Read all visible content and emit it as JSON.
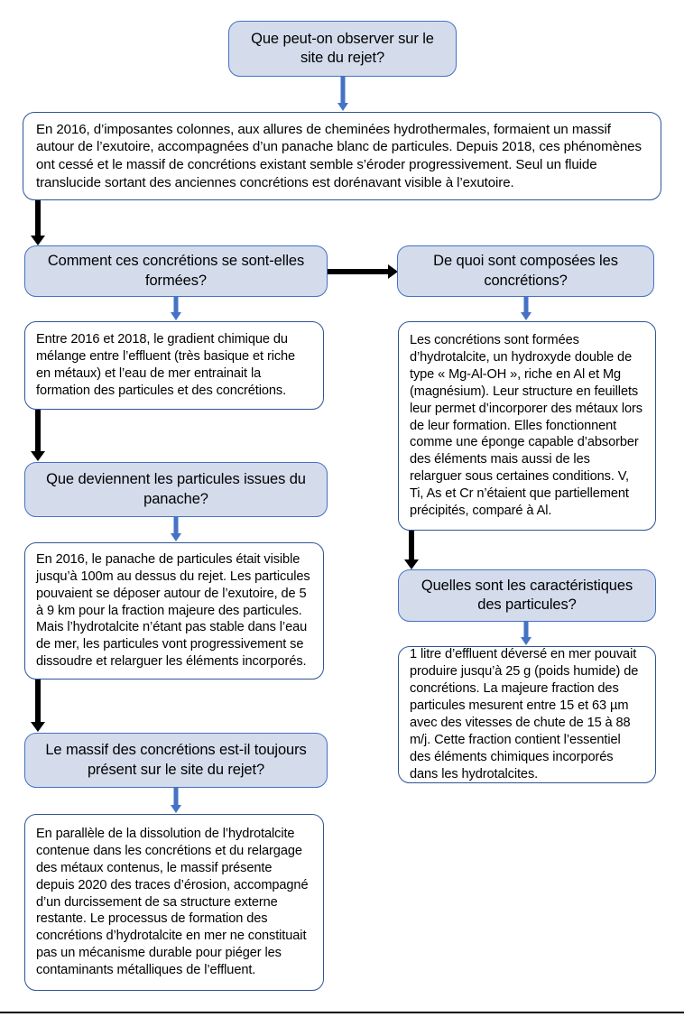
{
  "diagram": {
    "title": "Flowchart questions-reponses sur les concretions du site de rejet",
    "colors": {
      "question_fill": "#d4dcec",
      "question_border": "#4472c4",
      "answer_border": "#2e5597",
      "blue_arrow": "#4472c4",
      "black_arrow": "#000000",
      "text": "#000000",
      "background": "#ffffff"
    },
    "nodes": [
      {
        "id": "q-observer",
        "kind": "question",
        "text": "Que peut-on observer sur le site du rejet?"
      },
      {
        "id": "a-observer",
        "kind": "answer",
        "text": "En 2016, d’imposantes colonnes, aux allures de cheminées hydrothermales, formaient un massif autour de l’exutoire, accompagnées d’un panache blanc de particules. Depuis 2018, ces phénomènes ont cessé et le massif de concrétions existant semble s’éroder progressivement. Seul un fluide translucide sortant des anciennes concrétions est dorénavant visible à l’exutoire."
      },
      {
        "id": "q-formees",
        "kind": "question",
        "text": "Comment ces concrétions se sont-elles formées?"
      },
      {
        "id": "a-formees",
        "kind": "answer",
        "text": "Entre 2016 et 2018, le gradient chimique du mélange entre l’effluent (très basique et riche en métaux) et l’eau de mer entrainait la formation des particules et des concrétions."
      },
      {
        "id": "q-composees",
        "kind": "question",
        "text": "De quoi sont composées les concrétions?"
      },
      {
        "id": "a-composees",
        "kind": "answer",
        "text": "Les concrétions sont formées d’hydrotalcite, un hydroxyde double de type « Mg-Al-OH », riche en Al et Mg (magnésium). Leur structure en feuillets leur permet d’incorporer des métaux lors de leur formation. Elles fonctionnent comme une éponge capable d’absorber des éléments mais aussi de les relarguer sous certaines conditions. V, Ti, As et Cr n’étaient que partiellement précipités, comparé à Al."
      },
      {
        "id": "q-panache",
        "kind": "question",
        "text": "Que deviennent les particules issues du panache?"
      },
      {
        "id": "a-panache",
        "kind": "answer",
        "text": "En 2016, le panache de particules était visible jusqu’à 100m au dessus du rejet. Les particules pouvaient se déposer autour de l’exutoire, de 5 à 9 km pour la fraction majeure des particules. Mais l’hydrotalcite n’étant pas stable dans l’eau de mer, les  particules vont progressivement se dissoudre et relarguer les éléments incorporés."
      },
      {
        "id": "q-caracteristiques",
        "kind": "question",
        "text": "Quelles sont les caractéristiques des particules?"
      },
      {
        "id": "a-caracteristiques",
        "kind": "answer",
        "text": "1 litre d’effluent déversé en mer pouvait produire jusqu’à 25 g (poids humide) de concrétions. La majeure fraction des particules mesurent entre 15 et 63 µm avec des vitesses de chute de 15 à 88 m/j. Cette fraction contient l’essentiel des éléments chimiques incorporés dans les hydrotalcites."
      },
      {
        "id": "q-massif",
        "kind": "question",
        "text": "Le massif des concrétions est-il toujours présent sur le site du rejet?"
      },
      {
        "id": "a-massif",
        "kind": "answer",
        "text": "En parallèle de la dissolution de l’hydrotalcite contenue dans les concrétions et du relargage des métaux contenus, le massif présente depuis 2020 des traces d’érosion, accompagné d’un durcissement de sa structure externe restante. Le processus de formation des concrétions d’hydrotalcite en mer ne constituait pas un mécanisme durable pour piéger les contaminants métalliques de l’effluent."
      }
    ],
    "connectors": [
      {
        "id": "c1",
        "from": "q-observer",
        "to": "a-observer",
        "style": "blue",
        "direction": "down"
      },
      {
        "id": "c2",
        "from": "a-observer",
        "to": "q-formees",
        "style": "black",
        "direction": "down"
      },
      {
        "id": "c3",
        "from": "q-formees",
        "to": "a-formees",
        "style": "blue",
        "direction": "down"
      },
      {
        "id": "c4",
        "from": "q-formees",
        "to": "q-composees",
        "style": "black",
        "direction": "right"
      },
      {
        "id": "c5",
        "from": "q-composees",
        "to": "a-composees",
        "style": "blue",
        "direction": "down"
      },
      {
        "id": "c6",
        "from": "a-formees",
        "to": "q-panache",
        "style": "black",
        "direction": "down"
      },
      {
        "id": "c7",
        "from": "q-panache",
        "to": "a-panache",
        "style": "blue",
        "direction": "down"
      },
      {
        "id": "c8",
        "from": "a-composees",
        "to": "q-caracteristiques",
        "style": "black",
        "direction": "down"
      },
      {
        "id": "c9",
        "from": "q-caracteristiques",
        "to": "a-caracteristiques",
        "style": "blue",
        "direction": "down"
      },
      {
        "id": "c10",
        "from": "a-panache",
        "to": "q-massif",
        "style": "black",
        "direction": "down"
      },
      {
        "id": "c11",
        "from": "q-massif",
        "to": "a-massif",
        "style": "blue",
        "direction": "down"
      }
    ]
  }
}
